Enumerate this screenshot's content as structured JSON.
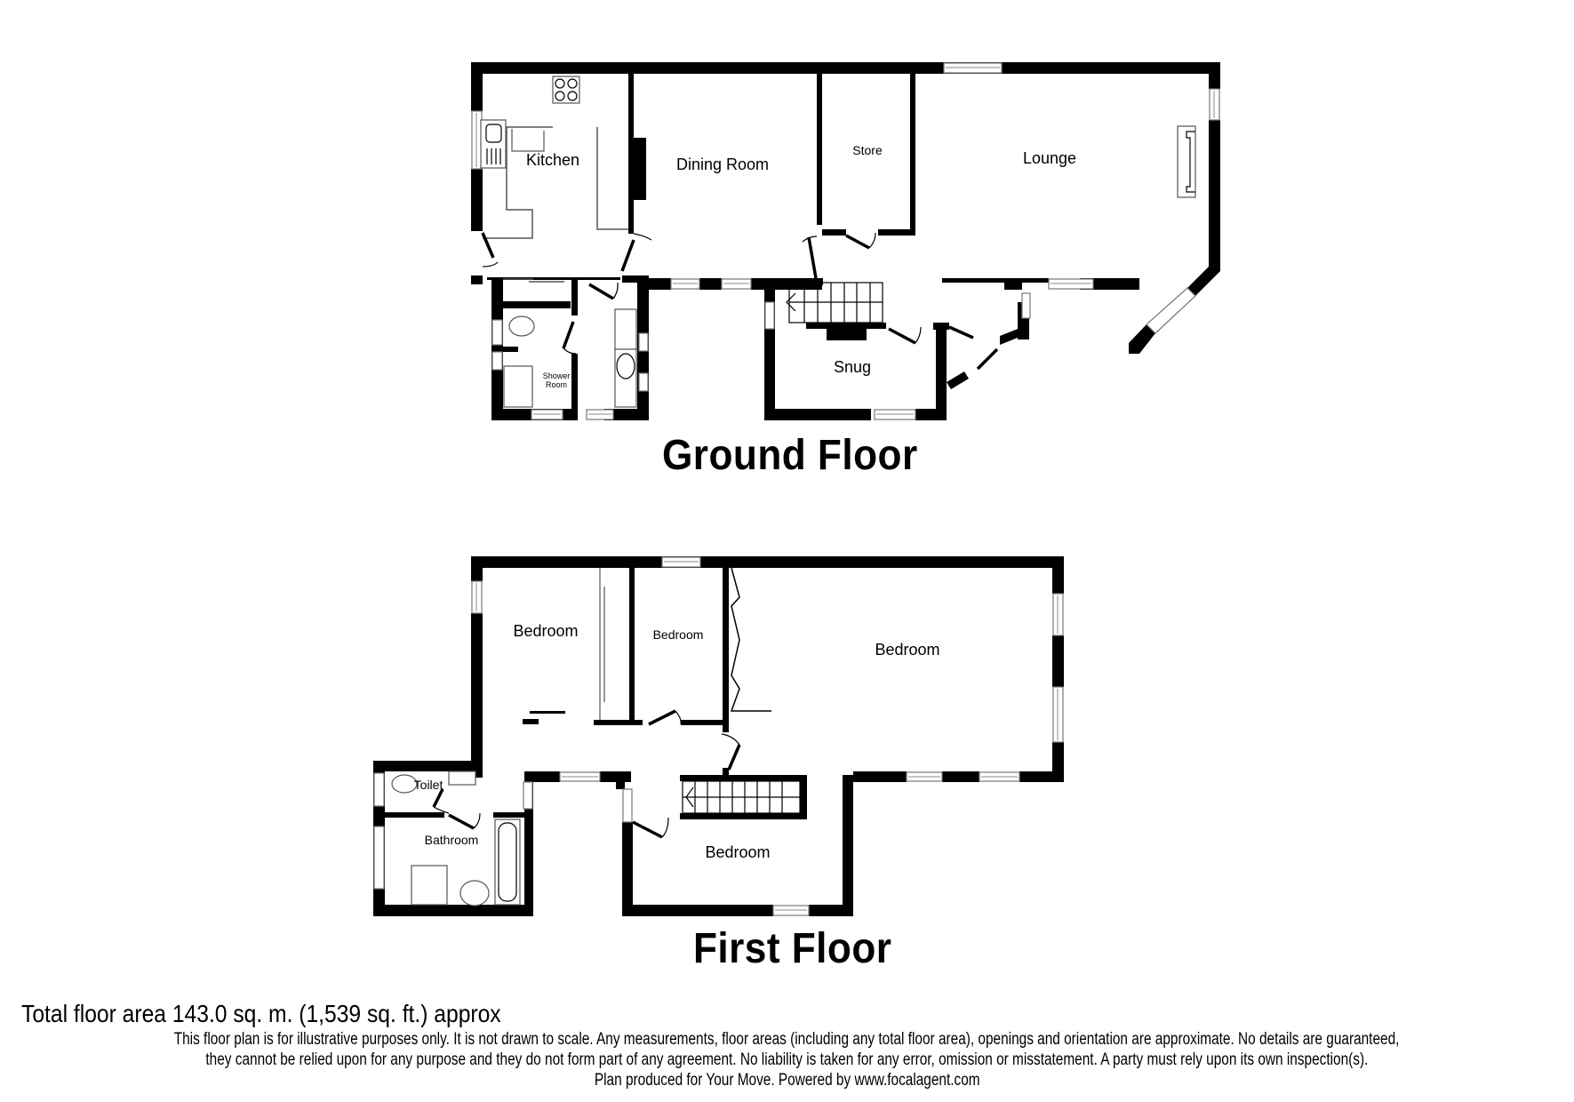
{
  "ground_floor": {
    "title": "Ground Floor",
    "rooms": [
      {
        "name": "Kitchen"
      },
      {
        "name": "Dining Room"
      },
      {
        "name": "Store"
      },
      {
        "name": "Lounge"
      },
      {
        "name": "Shower Room"
      },
      {
        "name": "Snug"
      }
    ],
    "shower_room_line1": "Shower",
    "shower_room_line2": "Room"
  },
  "first_floor": {
    "title": "First Floor",
    "rooms": [
      {
        "name": "Bedroom"
      },
      {
        "name": "Bedroom"
      },
      {
        "name": "Bedroom"
      },
      {
        "name": "Toilet"
      },
      {
        "name": "Bathroom"
      },
      {
        "name": "Bedroom"
      }
    ]
  },
  "footer": {
    "total_area": "Total floor area 143.0 sq. m. (1,539 sq. ft.) approx",
    "disclaimer_lines": [
      "This floor plan is for illustrative purposes only. It is not drawn to scale. Any measurements, floor areas (including any total floor area), openings and orientation are approximate. No details are guaranteed,",
      "they cannot be relied upon for any purpose and they do not form part of any agreement. No liability is taken for any error, omission or misstatement. A party must rely upon its own inspection(s).",
      "Plan produced for Your Move. Powered by www.focalagent.com"
    ]
  },
  "colors": {
    "wall": "#000000",
    "background": "#ffffff",
    "fixture_line": "#555555"
  }
}
